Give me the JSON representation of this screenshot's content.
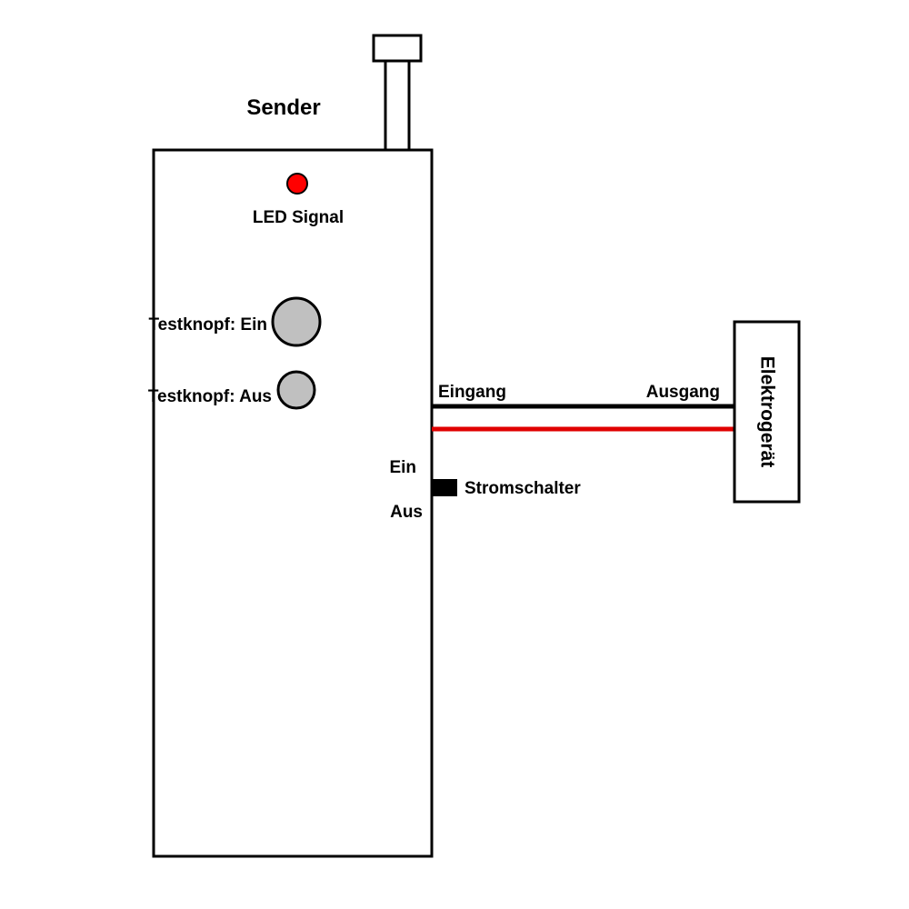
{
  "labels": {
    "sender": "Sender",
    "led_signal": "LED Signal",
    "test_button_on": "Testknopf: Ein",
    "test_button_off": "Testknopf: Aus",
    "input": "Eingang",
    "output": "Ausgang",
    "power_switch": "Stromschalter",
    "switch_on": "Ein",
    "switch_off": "Aus",
    "device": "Elektrogerät"
  },
  "colors": {
    "outline": "#000000",
    "led": "#ff0000",
    "button": "#c0c0c0",
    "wire_black": "#000000",
    "wire_red": "#e00000",
    "switch": "#000000"
  }
}
